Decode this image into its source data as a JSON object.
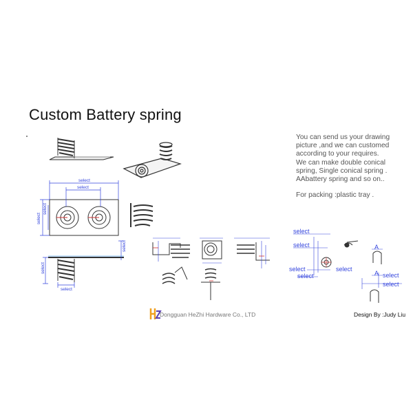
{
  "title": "Custom Battery spring",
  "description": [
    "You can send us your drawing",
    "picture ,and we can customed",
    "according to your requires.",
    "We can make double conical",
    "spring, Single conical spring .",
    "AAbattery spring and so on.."
  ],
  "packing": "For packing :plastic tray .",
  "company": "Dongguan HeZhi Hardware Co., LTD",
  "designer": "Design By :Judy Liu",
  "dim_label": "select",
  "section_label": "A",
  "colors": {
    "dimension": "#3344dd",
    "dimension_light": "#5aa9f0",
    "line": "#333333",
    "logo_orange": "#f0a020",
    "logo_purple": "#5a3fb0"
  }
}
